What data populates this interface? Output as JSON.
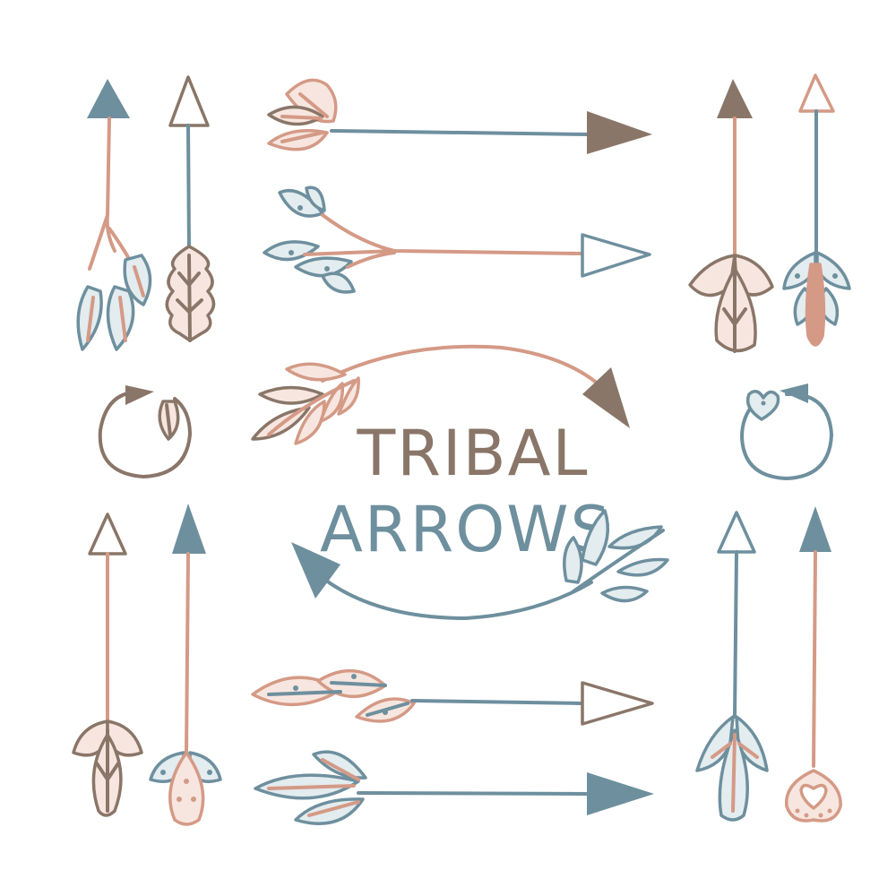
{
  "title": {
    "line1": "TRIBAL",
    "line2": "ARROWS"
  },
  "colors": {
    "blue": "#6e8f9e",
    "pink": "#d49a86",
    "brown": "#8a7669",
    "pink_light": "#f7e6df",
    "white": "#ffffff"
  },
  "arrows": [
    {
      "name": "vertical-arrow-top-left-1",
      "icon": "feathered-arrow-icon"
    },
    {
      "name": "vertical-arrow-top-left-2",
      "icon": "feathered-arrow-icon"
    },
    {
      "name": "horizontal-arrow-top-1",
      "icon": "feathered-arrow-icon"
    },
    {
      "name": "horizontal-arrow-top-2",
      "icon": "feathered-arrow-icon"
    },
    {
      "name": "vertical-arrow-top-right-1",
      "icon": "feathered-arrow-icon"
    },
    {
      "name": "vertical-arrow-top-right-2",
      "icon": "feathered-arrow-icon"
    },
    {
      "name": "circular-arrow-left",
      "icon": "circular-arrow-icon"
    },
    {
      "name": "circular-arrow-right",
      "icon": "circular-arrow-icon"
    },
    {
      "name": "curved-arrow-top",
      "icon": "curved-arrow-icon"
    },
    {
      "name": "curved-arrow-bottom",
      "icon": "curved-arrow-icon"
    },
    {
      "name": "vertical-arrow-bottom-left-1",
      "icon": "feathered-arrow-icon"
    },
    {
      "name": "vertical-arrow-bottom-left-2",
      "icon": "feathered-arrow-icon"
    },
    {
      "name": "horizontal-arrow-bottom-1",
      "icon": "feathered-arrow-icon"
    },
    {
      "name": "horizontal-arrow-bottom-2",
      "icon": "feathered-arrow-icon"
    },
    {
      "name": "vertical-arrow-bottom-right-1",
      "icon": "feathered-arrow-icon"
    },
    {
      "name": "vertical-arrow-bottom-right-2",
      "icon": "feathered-arrow-icon"
    }
  ]
}
